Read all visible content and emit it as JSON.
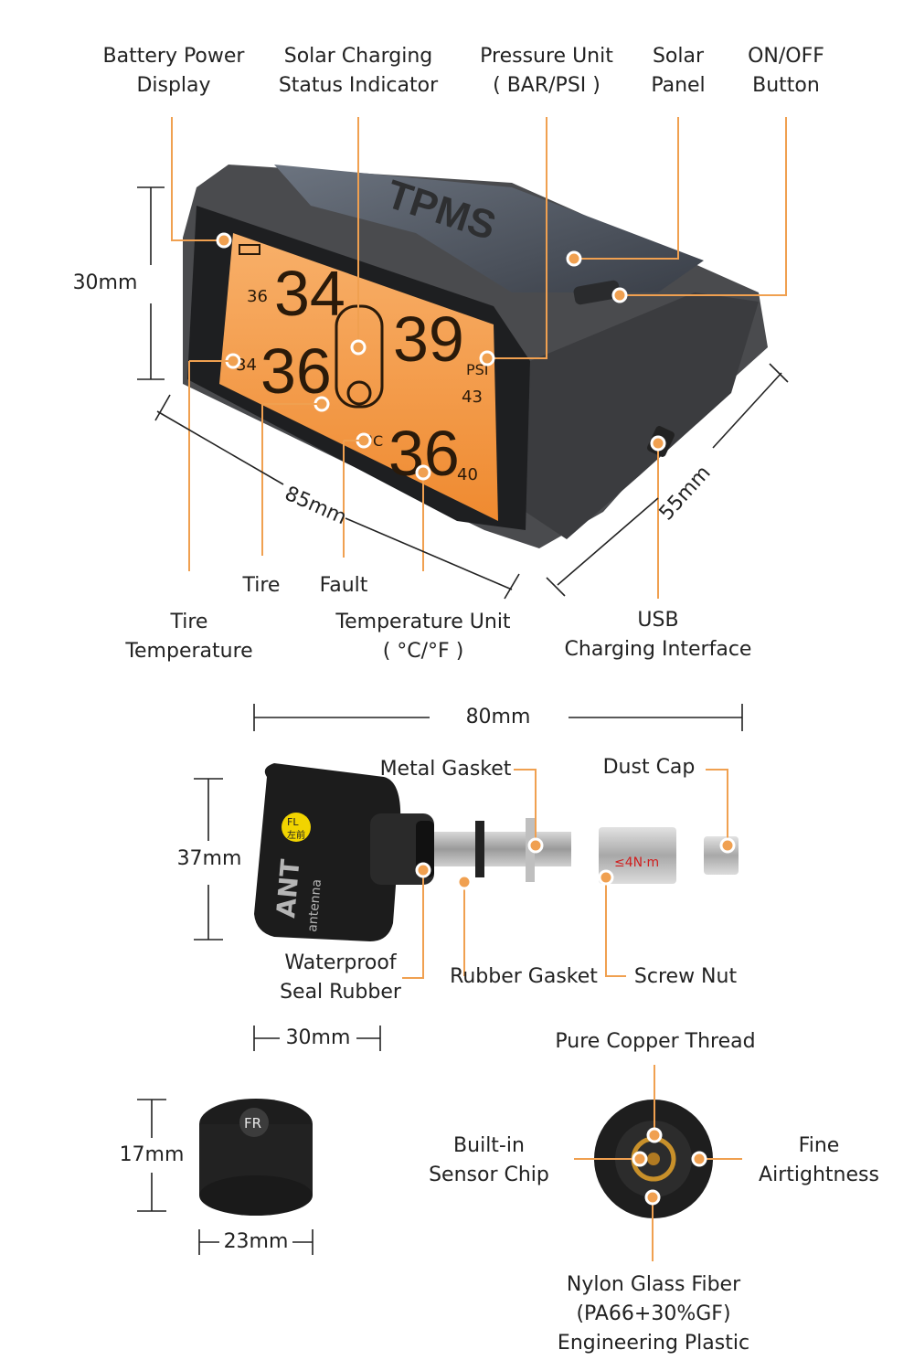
{
  "monitor": {
    "labels": {
      "battery": [
        "Battery Power",
        "Display"
      ],
      "solar_status": [
        "Solar Charging",
        "Status Indicator"
      ],
      "pressure_unit": [
        "Pressure Unit",
        "( BAR/PSI )"
      ],
      "solar_panel": [
        "Solar",
        "Panel"
      ],
      "on_off": [
        "ON/OFF",
        "Button"
      ],
      "tire": "Tire",
      "fault": "Fault",
      "tire_temperature": [
        "Tire",
        "Temperature"
      ],
      "temperature_unit": [
        "Temperature Unit",
        "( °C/°F )"
      ],
      "usb": [
        "USB",
        "Charging Interface"
      ]
    },
    "dimensions": {
      "height": "30mm",
      "width": "85mm",
      "depth": "55mm"
    },
    "device_logo": "TPMS",
    "lcd": {
      "top_left_value": "34",
      "top_right_value": "39",
      "bottom_left_value": "36",
      "bottom_right_value": "36",
      "small_top_left": "36",
      "small_bottom_left": "34",
      "small_top_right": "43",
      "small_bottom_right": "40",
      "pressure_unit": "PSI",
      "temp_unit": "°C"
    }
  },
  "sensor": {
    "labels": {
      "metal_gasket": "Metal Gasket",
      "dust_cap": "Dust Cap",
      "waterproof": [
        "Waterproof",
        "Seal Rubber"
      ],
      "rubber_gasket": "Rubber Gasket",
      "screw_nut": "Screw Nut"
    },
    "dimensions": {
      "length": "80mm",
      "height": "37mm",
      "width": "30mm"
    },
    "sensor_tag": "FL",
    "sensor_tag_cn": "左前",
    "brand_text": "ANT",
    "brand_sub": "antenna",
    "nut_text": "≤4N·m"
  },
  "cap_sensor": {
    "labels": {
      "copper_thread": "Pure Copper Thread",
      "sensor_chip": [
        "Built-in",
        "Sensor Chip"
      ],
      "airtightness": [
        "Fine",
        "Airtightness"
      ],
      "material": [
        "Nylon Glass Fiber",
        "(PA66+30%GF)",
        "Engineering Plastic"
      ]
    },
    "dimensions": {
      "height": "17mm",
      "width": "23mm"
    },
    "cap_tag": "FR"
  },
  "colors": {
    "accent": "#f0a050",
    "lcd": "#f4953c",
    "body": "#4a4b4e",
    "line": "#222222"
  }
}
